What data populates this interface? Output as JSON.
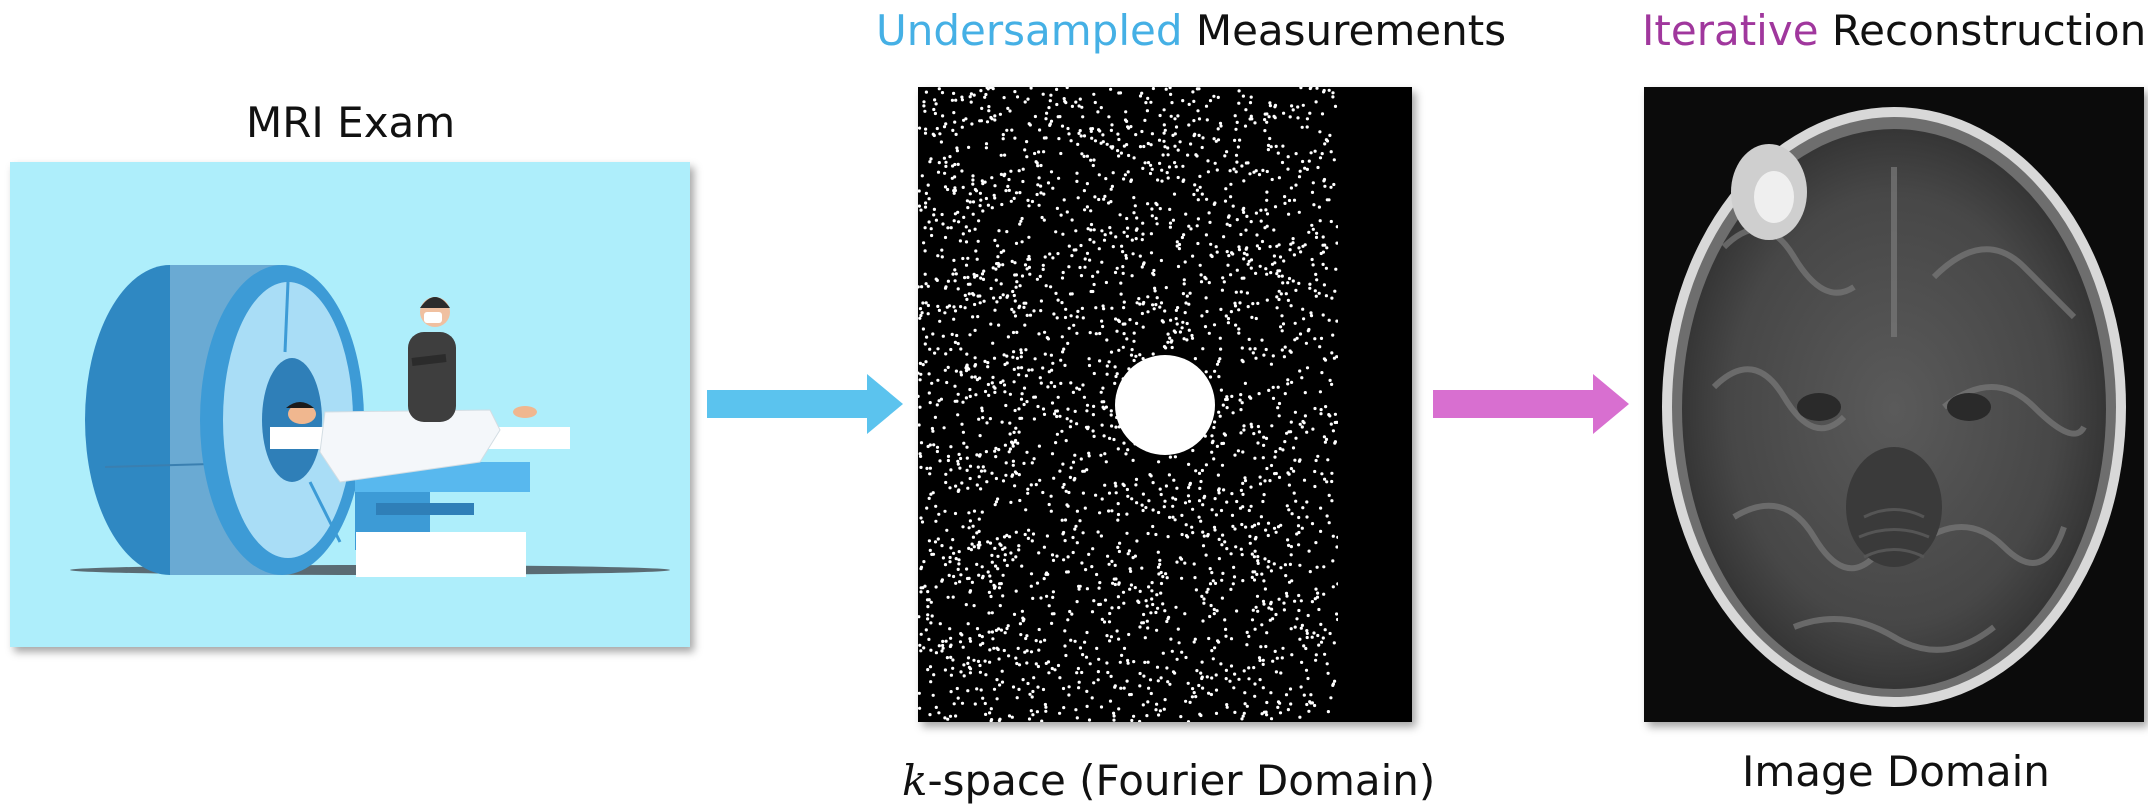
{
  "mri_exam": {
    "title": "MRI Exam"
  },
  "measurements": {
    "title_accent": "Undersampled",
    "title_rest": "Measurements",
    "caption_var": "k",
    "caption_rest": "-space (Fourier Domain)"
  },
  "reconstruction": {
    "title_accent": "Iterative",
    "title_rest": "Reconstruction",
    "caption": "Image Domain"
  },
  "colors": {
    "blue_accent": "#45b0e5",
    "purple_accent": "#a0379d",
    "blue_arrow": "#5bc3ee",
    "pink_arrow": "#d86fd0",
    "scanner_bg": "#aeeefb"
  }
}
